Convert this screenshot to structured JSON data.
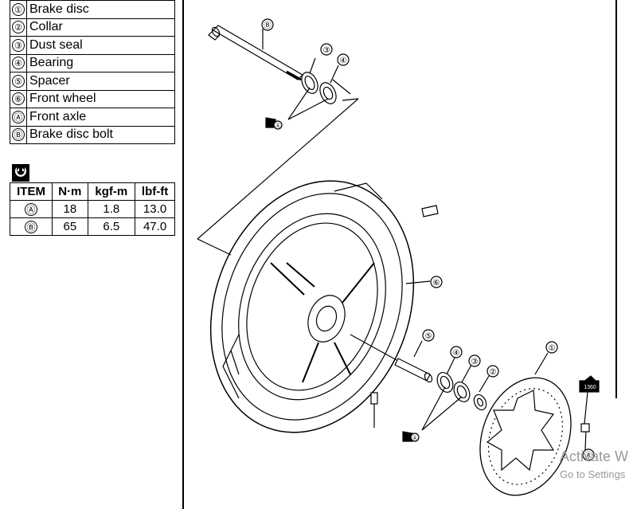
{
  "legend": [
    {
      "num": "①",
      "label": "Brake disc"
    },
    {
      "num": "②",
      "label": "Collar"
    },
    {
      "num": "③",
      "label": "Dust seal"
    },
    {
      "num": "④",
      "label": "Bearing"
    },
    {
      "num": "⑤",
      "label": "Spacer"
    },
    {
      "num": "⑥",
      "label": "Front wheel"
    },
    {
      "num": "Ⓐ",
      "label": "Front axle"
    },
    {
      "num": "Ⓑ",
      "label": "Brake disc bolt"
    }
  ],
  "torque": {
    "icon": "torque-wrench-icon",
    "headers": [
      "ITEM",
      "N·m",
      "kgf-m",
      "lbf-ft"
    ],
    "rows": [
      {
        "item": "Ⓐ",
        "nm": "18",
        "kgfm": "1.8",
        "lbfft": "13.0"
      },
      {
        "item": "Ⓑ",
        "nm": "65",
        "kgfm": "6.5",
        "lbfft": "47.0"
      }
    ]
  },
  "callouts": {
    "B_top": "Ⓑ",
    "c3_top": "③",
    "c4_top": "④",
    "c6": "⑥",
    "c5": "⑤",
    "c4_bot": "④",
    "c3_bot": "③",
    "c2": "②",
    "c1": "①",
    "A_right": "Ⓐ",
    "grease_top": "Ⓐ",
    "grease_bot": "Ⓐ",
    "thread_lock": "1360"
  },
  "watermark": {
    "line1": "Activate W",
    "line2": "Go to Settings"
  }
}
